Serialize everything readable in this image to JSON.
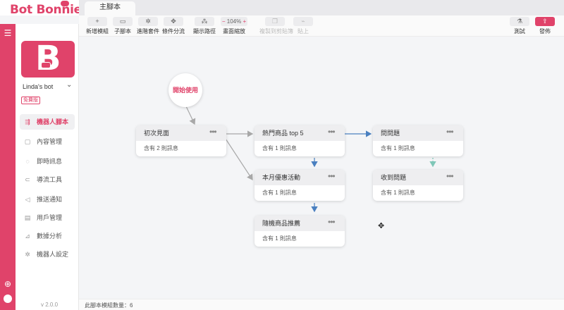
{
  "app": {
    "logo_text": "Bot Bonnie",
    "brand_color": "#e0436a"
  },
  "tabs": [
    {
      "label": "主腳本"
    }
  ],
  "rail": {
    "menu_icon": "hamburger-icon",
    "globe_icon": "globe-icon",
    "avatar_icon": "avatar"
  },
  "sidebar": {
    "bot_name": "Linda's bot",
    "plan_badge": "免費版",
    "items": [
      {
        "label": "機器人腳本",
        "icon": "script-icon",
        "active": true
      },
      {
        "label": "內容管理",
        "icon": "content-icon",
        "active": false
      },
      {
        "label": "即時訊息",
        "icon": "chat-icon",
        "active": false
      },
      {
        "label": "導流工具",
        "icon": "magnet-icon",
        "active": false
      },
      {
        "label": "推送通知",
        "icon": "broadcast-icon",
        "active": false
      },
      {
        "label": "用戶管理",
        "icon": "users-icon",
        "active": false
      },
      {
        "label": "數據分析",
        "icon": "chart-icon",
        "active": false
      },
      {
        "label": "機器人設定",
        "icon": "gear-icon",
        "active": false
      }
    ],
    "version": "v 2.0.0"
  },
  "toolbar": {
    "add_module": "新增模組",
    "sub_script": "子腳本",
    "advanced_kit": "進階套件",
    "conditional_split": "條件分流",
    "show_path": "顯示路徑",
    "zoom_value": "104%",
    "zoom_minus": "−",
    "zoom_plus": "+",
    "canvas_zoom": "畫面縮放",
    "copy_to_clipboard": "複製到剪貼簿",
    "paste": "貼上",
    "test": "測試",
    "publish": "發佈"
  },
  "canvas": {
    "start_label": "開始使用",
    "nodes": [
      {
        "title": "初次見面",
        "subtitle": "含有 2 則訊息"
      },
      {
        "title": "熱門商品 top 5",
        "subtitle": "含有 1 則訊息"
      },
      {
        "title": "問問題",
        "subtitle": "含有 1 則訊息"
      },
      {
        "title": "本月優惠活動",
        "subtitle": "含有 1 則訊息"
      },
      {
        "title": "收到問題",
        "subtitle": "含有 1 則訊息"
      },
      {
        "title": "隨機商品推薦",
        "subtitle": "含有 1 則訊息"
      }
    ],
    "more_icon": "•••"
  },
  "status": {
    "module_count_text": "此腳本模組數量：6"
  }
}
